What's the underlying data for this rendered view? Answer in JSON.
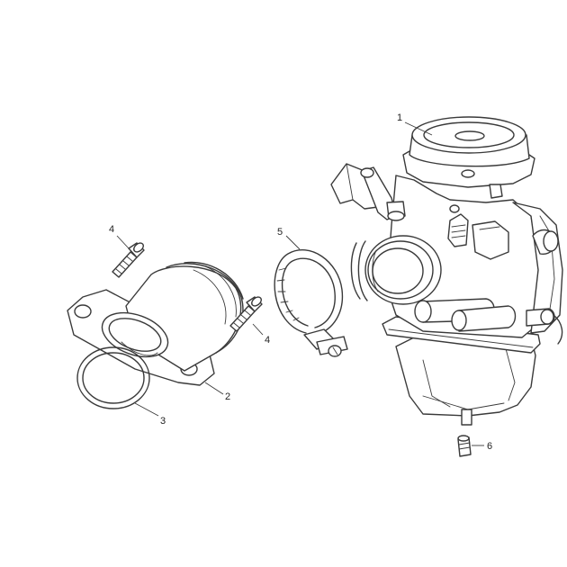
{
  "callouts": {
    "carburettor": "1",
    "intake_manifold": "2",
    "o_ring": "3",
    "screw_left": "4",
    "screw_right": "4",
    "hose_clamp": "5",
    "drain_screw": "6"
  },
  "line_color": "#3a3a3a"
}
